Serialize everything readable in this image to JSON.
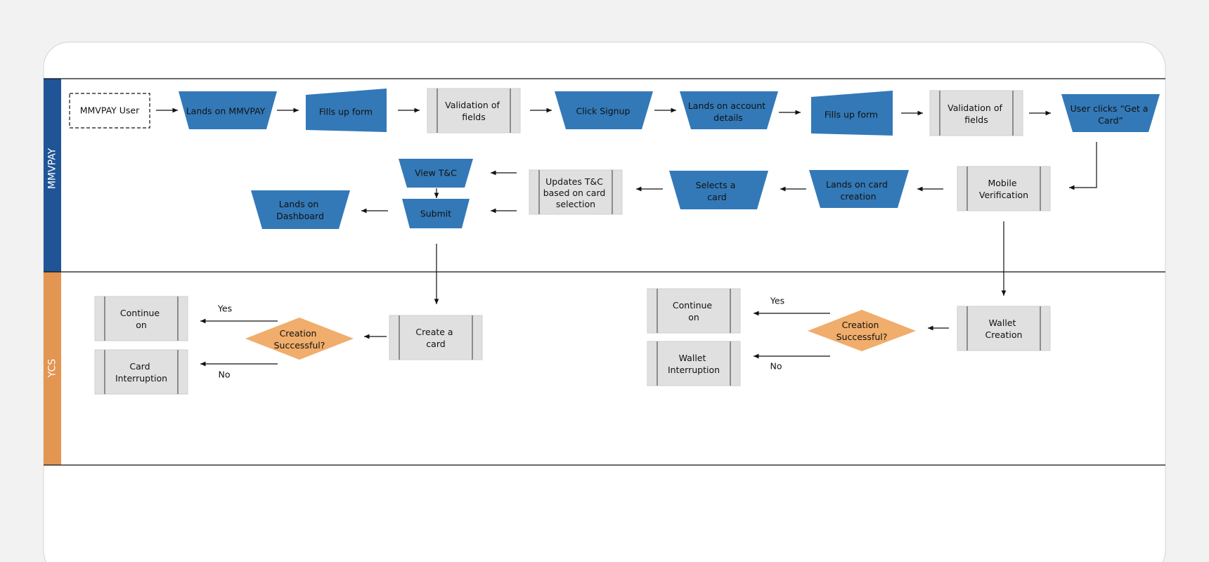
{
  "colors": {
    "page_bg": "#f2f2f2",
    "card_bg": "#ffffff",
    "process_blue": "#3379b7",
    "subprocess_gray": "#e0e0e0",
    "decision_orange": "#f0ad6b",
    "lane_mmvpay": "#1f5596",
    "lane_ycs": "#e39552",
    "line": "#111111"
  },
  "lanes": {
    "mmvpay": "MMVPAY",
    "ycs": "YCS"
  },
  "nodes": {
    "mmvpay_user": "MMVPAY User",
    "lands_on_mmvpay": "Lands on MMVPAY",
    "fills_up_form_1": "Fills up form",
    "validation_1": [
      "Validation of",
      "fields"
    ],
    "click_signup": "Click Signup",
    "lands_on_account_details": [
      "Lands on account",
      "details"
    ],
    "fills_up_form_2": "Fills up form",
    "validation_2": [
      "Validation of",
      "fields"
    ],
    "user_clicks_get_card": [
      "User clicks “Get a",
      "Card”"
    ],
    "mobile_verification": [
      "Mobile",
      "Verification"
    ],
    "lands_on_card_creation": [
      "Lands on card",
      "creation"
    ],
    "selects_a_card": [
      "Selects a",
      "card"
    ],
    "updates_tc": [
      "Updates T&C",
      "based on card",
      "selection"
    ],
    "view_tc": "View T&C",
    "submit": "Submit",
    "lands_on_dashboard": [
      "Lands on",
      "Dashboard"
    ],
    "wallet_creation": [
      "Wallet",
      "Creation"
    ],
    "decision_wallet": [
      "Creation",
      "Successful?"
    ],
    "continue_on_wallet": [
      "Continue",
      "on"
    ],
    "wallet_interruption": [
      "Wallet",
      "Interruption"
    ],
    "create_a_card": [
      "Create a",
      "card"
    ],
    "decision_card": [
      "Creation",
      "Successful?"
    ],
    "continue_on_card": [
      "Continue",
      "on"
    ],
    "card_interruption": [
      "Card",
      "Interruption"
    ]
  },
  "edge_labels": {
    "yes": "Yes",
    "no": "No"
  }
}
